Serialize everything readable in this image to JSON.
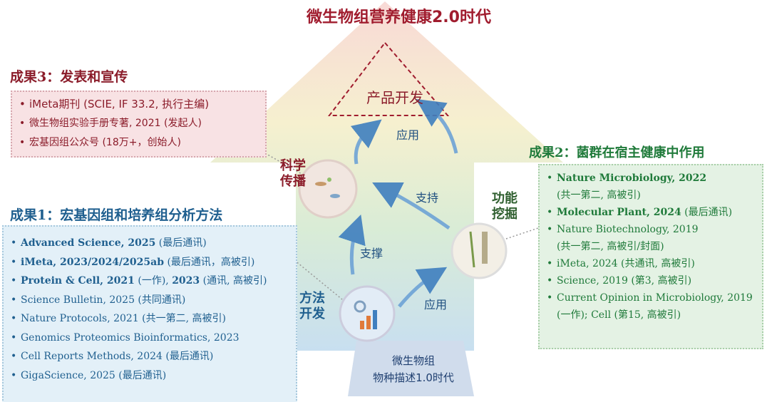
{
  "title": "微生物组营养健康2.0时代",
  "bottom_label": [
    "微生物组",
    "物种描述1.0时代"
  ],
  "product_label": "产品开发",
  "arrow_labels": {
    "apply_top": "应用",
    "support_zhichi": "支持",
    "support_zhicheng": "支撑",
    "apply_bottom": "应用"
  },
  "nodes": {
    "science_comm": [
      "科学",
      "传播"
    ],
    "function_mining": [
      "功能",
      "挖掘"
    ],
    "method_dev": [
      "方法",
      "开发"
    ]
  },
  "achievement3": {
    "heading": "成果3：发表和宣传",
    "items": [
      "iMeta期刊 (SCIE, IF 33.2, 执行主编)",
      "微生物组实验手册专著, 2021 (发起人)",
      "宏基因组公众号 (18万+，创始人)"
    ]
  },
  "achievement1": {
    "heading": "成果1：宏基因组和培养组分析方法",
    "items": [
      {
        "bold": "Advanced Science, 2025",
        "rest": " (最后通讯)"
      },
      {
        "bold": "iMeta, 2023/2024/2025ab",
        "rest": " (最后通讯，高被引)"
      },
      {
        "bold": "Protein & Cell, 2021",
        "rest": " (一作), ",
        "bold2": "2023",
        "rest2": " (通讯, 高被引)"
      },
      {
        "bold": "",
        "rest": "Science Bulletin, 2025 (共同通讯)"
      },
      {
        "bold": "",
        "rest": "Nature Protocols, 2021 (共一第二, 高被引)"
      },
      {
        "bold": "",
        "rest": "Genomics Proteomics Bioinformatics, 2023"
      },
      {
        "bold": "",
        "rest": "Cell Reports Methods, 2024 (最后通讯)"
      },
      {
        "bold": "",
        "rest": "GigaScience, 2025 (最后通讯)"
      }
    ]
  },
  "achievement2": {
    "heading": "成果2：菌群在宿主健康中作用",
    "items": [
      {
        "bold": "Nature Microbiology, 2022",
        "rest": "",
        "line2": "(共一第二, 高被引)"
      },
      {
        "bold": "Molecular Plant, 2024",
        "rest": " (最后通讯)",
        "line2": ""
      },
      {
        "bold": "",
        "rest": "Nature Biotechnology, 2019",
        "line2": "(共一第二, 高被引/封面)"
      },
      {
        "bold": "",
        "rest": "iMeta, 2024 (共通讯, 高被引)",
        "line2": ""
      },
      {
        "bold": "",
        "rest": "Science, 2019 (第3, 高被引)",
        "line2": ""
      },
      {
        "bold": "",
        "rest": "Current Opinion in Microbiology, 2019",
        "line2": "(一作); Cell (第15, 高被引)"
      }
    ]
  }
}
